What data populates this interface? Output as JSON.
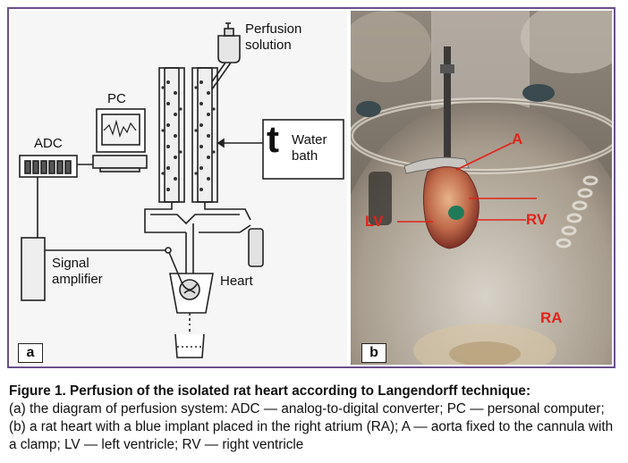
{
  "panel_a": {
    "letter": "a",
    "labels": {
      "pc": "PC",
      "adc": "ADC",
      "perfusion_line1": "Perfusion",
      "perfusion_line2": "solution",
      "water_t": "t",
      "water_line1": "Water",
      "water_line2": "bath",
      "signal_line1": "Signal",
      "signal_line2": "amplifier",
      "heart": "Heart"
    }
  },
  "panel_b": {
    "letter": "b",
    "labels": {
      "a": "A",
      "lv": "LV",
      "rv": "RV",
      "ra": "RA"
    },
    "implant_color": "#1f7a5a",
    "label_color": "#e2231a"
  },
  "caption": {
    "title": "Figure 1. Perfusion of the isolated rat heart according to Langendorff technique:",
    "text": "(a) the diagram of perfusion system: ADC — analog-to-digital converter; PC — personal computer; (b) a rat heart with a blue implant placed in the right atrium (RA); A — aorta fixed to the cannula with a clamp; LV — left ventricle; RV — right ventricle"
  },
  "colors": {
    "frame": "#6a4f8c",
    "label_red": "#e2231a"
  }
}
